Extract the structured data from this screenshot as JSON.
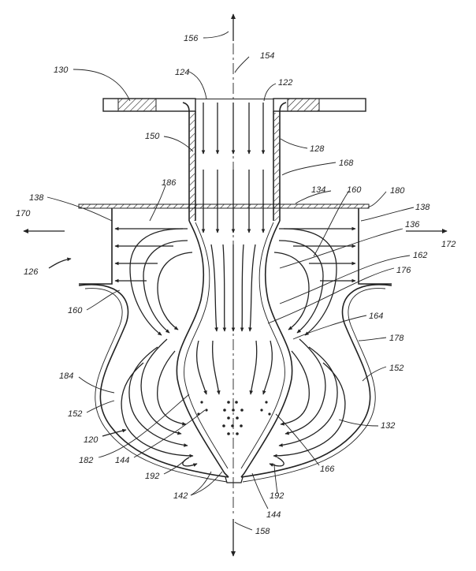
{
  "figure": {
    "reference_numerals": [
      "156",
      "154",
      "130",
      "124",
      "122",
      "150",
      "128",
      "168",
      "186",
      "134",
      "160",
      "180",
      "138",
      "138",
      "170",
      "136",
      "172",
      "162",
      "176",
      "126",
      "160",
      "164",
      "178",
      "184",
      "152",
      "152",
      "132",
      "120",
      "182",
      "144",
      "166",
      "192",
      "192",
      "142",
      "144",
      "158"
    ]
  }
}
